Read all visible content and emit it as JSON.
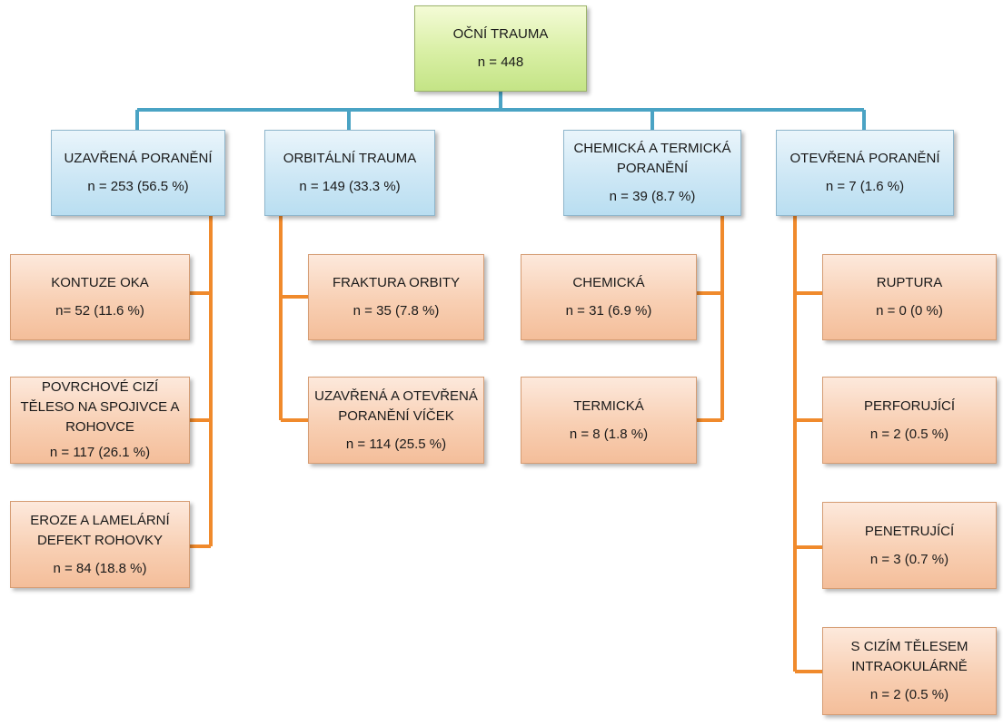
{
  "root": {
    "title": "OČNÍ TRAUMA",
    "count": "n = 448"
  },
  "categories": [
    {
      "title": "UZAVŘENÁ PORANĚNÍ",
      "count": "n = 253 (56.5 %)",
      "children": [
        {
          "lines": [
            "KONTUZE OKA"
          ],
          "count": "n= 52 (11.6 %)"
        },
        {
          "lines": [
            "POVRCHOVÉ CIZÍ",
            "TĚLESO NA SPOJIVCE A",
            "ROHOVCE"
          ],
          "count": "n = 117 (26.1 %)"
        },
        {
          "lines": [
            "EROZE A LAMELÁRNÍ",
            "DEFEKT ROHOVKY"
          ],
          "count": "n = 84 (18.8 %)"
        }
      ]
    },
    {
      "title": "ORBITÁLNÍ TRAUMA",
      "count": "n = 149 (33.3 %)",
      "children": [
        {
          "lines": [
            "FRAKTURA ORBITY"
          ],
          "count": "n = 35 (7.8 %)"
        },
        {
          "lines": [
            "UZAVŘENÁ A OTEVŘENÁ",
            "PORANĚNÍ VÍČEK"
          ],
          "count": "n = 114 (25.5 %)"
        }
      ]
    },
    {
      "title_lines": [
        "CHEMICKÁ A TERMICKÁ",
        "PORANĚNÍ"
      ],
      "count": "n = 39 (8.7 %)",
      "children": [
        {
          "lines": [
            "CHEMICKÁ"
          ],
          "count": "n = 31 (6.9 %)"
        },
        {
          "lines": [
            "TERMICKÁ"
          ],
          "count": "n = 8 (1.8 %)"
        }
      ]
    },
    {
      "title": "OTEVŘENÁ PORANĚNÍ",
      "count": "n = 7 (1.6 %)",
      "children": [
        {
          "lines": [
            "RUPTURA"
          ],
          "count": "n = 0 (0 %)"
        },
        {
          "lines": [
            "PERFORUJÍCÍ"
          ],
          "count": "n = 2 (0.5 %)"
        },
        {
          "lines": [
            "PENETRUJÍCÍ"
          ],
          "count": "n = 3 (0.7 %)"
        },
        {
          "lines": [
            "S CIZÍM TĚLESEM",
            "INTRAOKULÁRNĚ"
          ],
          "count": "n = 2 (0.5 %)"
        }
      ]
    }
  ],
  "colors": {
    "root_connector": "#4aa3c4",
    "branch_connector": "#f08a2c"
  }
}
